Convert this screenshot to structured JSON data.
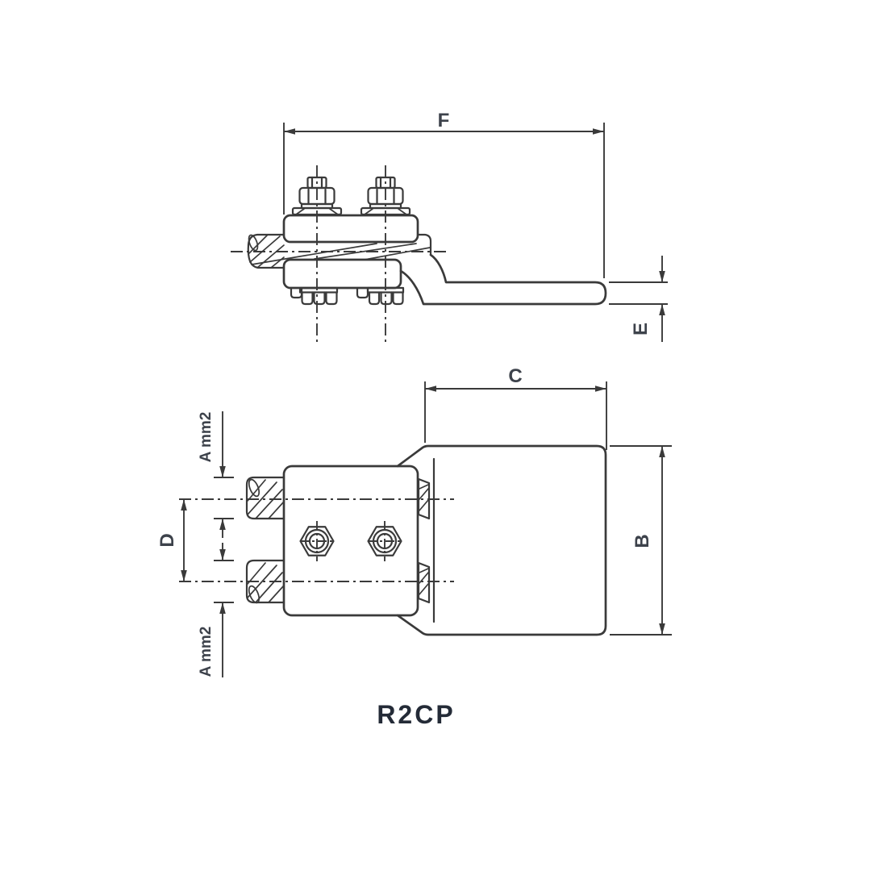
{
  "product": {
    "code": "R2CP"
  },
  "colors": {
    "background": "#ffffff",
    "line": "#3a3a3a",
    "dim_label": "#3d424b",
    "product_code": "#242b37"
  },
  "side_view": {
    "dim_length_overall": "F",
    "dim_palm_thickness": "E"
  },
  "plan_view": {
    "dim_palm_length": "C",
    "dim_palm_width": "B",
    "dim_conductor_spacing": "D",
    "dim_conductor_upper": "A mm2",
    "dim_conductor_lower": "A mm2"
  }
}
